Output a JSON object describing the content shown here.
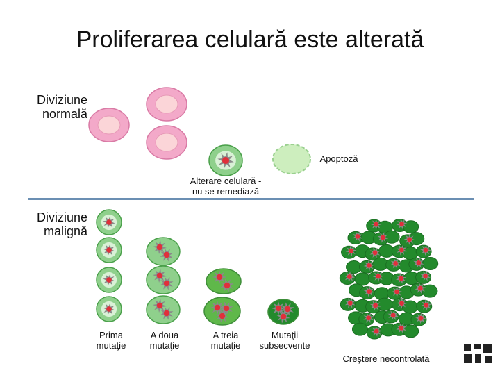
{
  "title": "Proliferarea celulară este alterată",
  "labels": {
    "normal_line1": "Diviziune",
    "normal_line2": "normală",
    "apoptosis": "Apoptoză",
    "alteration_line1": "Alterare celulară -",
    "alteration_line2": "nu se remediază",
    "malignant_line1": "Diviziune",
    "malignant_line2": "malignă",
    "first_line1": "Prima",
    "first_line2": "mutaţie",
    "second_line1": "A doua",
    "second_line2": "mutaţie",
    "third_line1": "A treia",
    "third_line2": "mutaţie",
    "subsequent_line1": "Mutaţii",
    "subsequent_line2": "subsecvente",
    "uncontrolled": "Creştere necontrolată"
  },
  "colors": {
    "normal_outer": "#f3a9c9",
    "normal_inner": "#fbd5d8",
    "healthy_green": "#8fd08c",
    "healthy_inner": "#d9f1d6",
    "mutant_green": "#5fb84a",
    "tumor_green": "#238a2c",
    "nucleus_red": "#e0303a",
    "spike_gray": "#8a8a8a",
    "apoptosis_fill": "#cdeebe",
    "divider": "#6b8fb3"
  }
}
